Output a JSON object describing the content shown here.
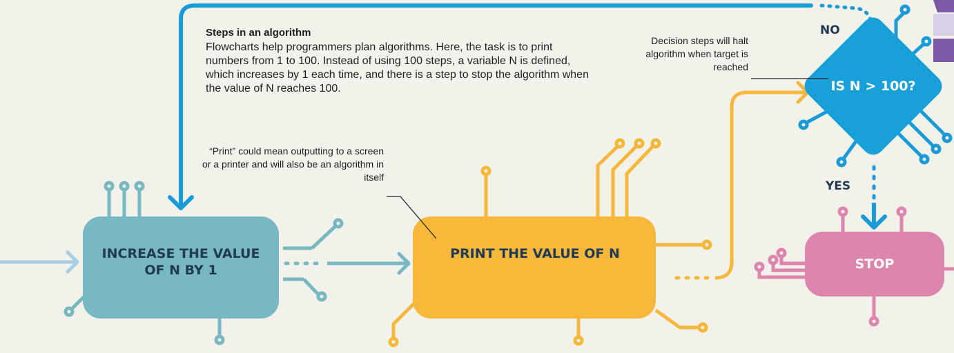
{
  "intro": {
    "title": "Steps in an algorithm",
    "body": "Flowcharts help programmers plan algorithms. Here, the task is to print numbers from 1 to 100. Instead of using 100 steps, a variable N is defined, which increases by 1 each time, and there is a step to stop the algorithm when the value of N reaches 100."
  },
  "annotations": {
    "print_note": "“Print” could mean outputting to a screen or a printer and will also be an algorithm in itself",
    "decision_note": "Decision steps will halt algorithm when target is reached"
  },
  "nodes": {
    "increase": "INCREASE THE VALUE OF N BY 1",
    "print": "PRINT THE VALUE OF N",
    "decision": "IS N > 100?",
    "stop": "STOP"
  },
  "branches": {
    "no": "NO",
    "yes": "YES"
  },
  "colors": {
    "background": "#f2f1ea",
    "increase_box": "#78b8c2",
    "print_box": "#f7b73b",
    "decision_box": "#1aa0d8",
    "stop_box": "#dd85ac",
    "connector_blue": "#1a9ad6",
    "corner_purple": "#7b57a6"
  }
}
